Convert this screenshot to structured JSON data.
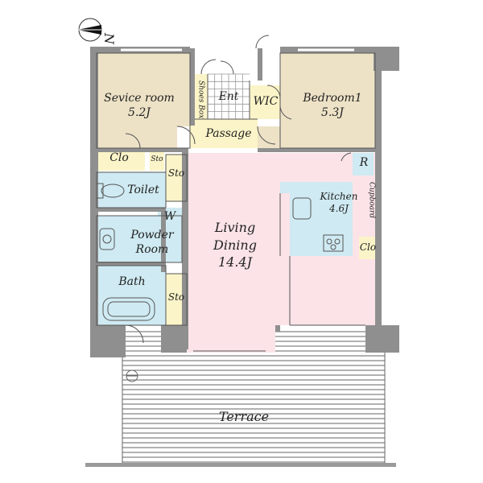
{
  "compass": {
    "label": "N"
  },
  "colors": {
    "tan": "#ede2c6",
    "yellow": "#fbf4c8",
    "pink": "#fbe3e8",
    "blue": "#cfeaf2",
    "wall": "#8f8f8f",
    "terrace": "#ffffff"
  },
  "rooms": {
    "service_room": {
      "name": "Sevice room",
      "size": "5.2J"
    },
    "entrance": {
      "name": "Ent"
    },
    "shoes_box": {
      "name": "Shoes Box"
    },
    "wic": {
      "name": "WIC"
    },
    "bedroom1": {
      "name": "Bedroom1",
      "size": "5.3J"
    },
    "passage": {
      "name": "Passage"
    },
    "closet_left": {
      "name": "Clo"
    },
    "storage_small": {
      "name": "Sto"
    },
    "storage_upper": {
      "name": "Sto"
    },
    "toilet": {
      "name": "Toilet"
    },
    "washer": {
      "name": "W"
    },
    "powder_room": {
      "name": "Powder Room"
    },
    "bath": {
      "name": "Bath"
    },
    "storage_lower": {
      "name": "Sto"
    },
    "living_dining": {
      "name": "Living Dining",
      "size": "14.4J"
    },
    "kitchen": {
      "name": "Kitchen",
      "size": "4.6J"
    },
    "refrigerator": {
      "name": "R"
    },
    "cupboard": {
      "name": "Cupboard"
    },
    "closet_kitchen": {
      "name": "Clo"
    },
    "terrace": {
      "name": "Terrace"
    }
  }
}
